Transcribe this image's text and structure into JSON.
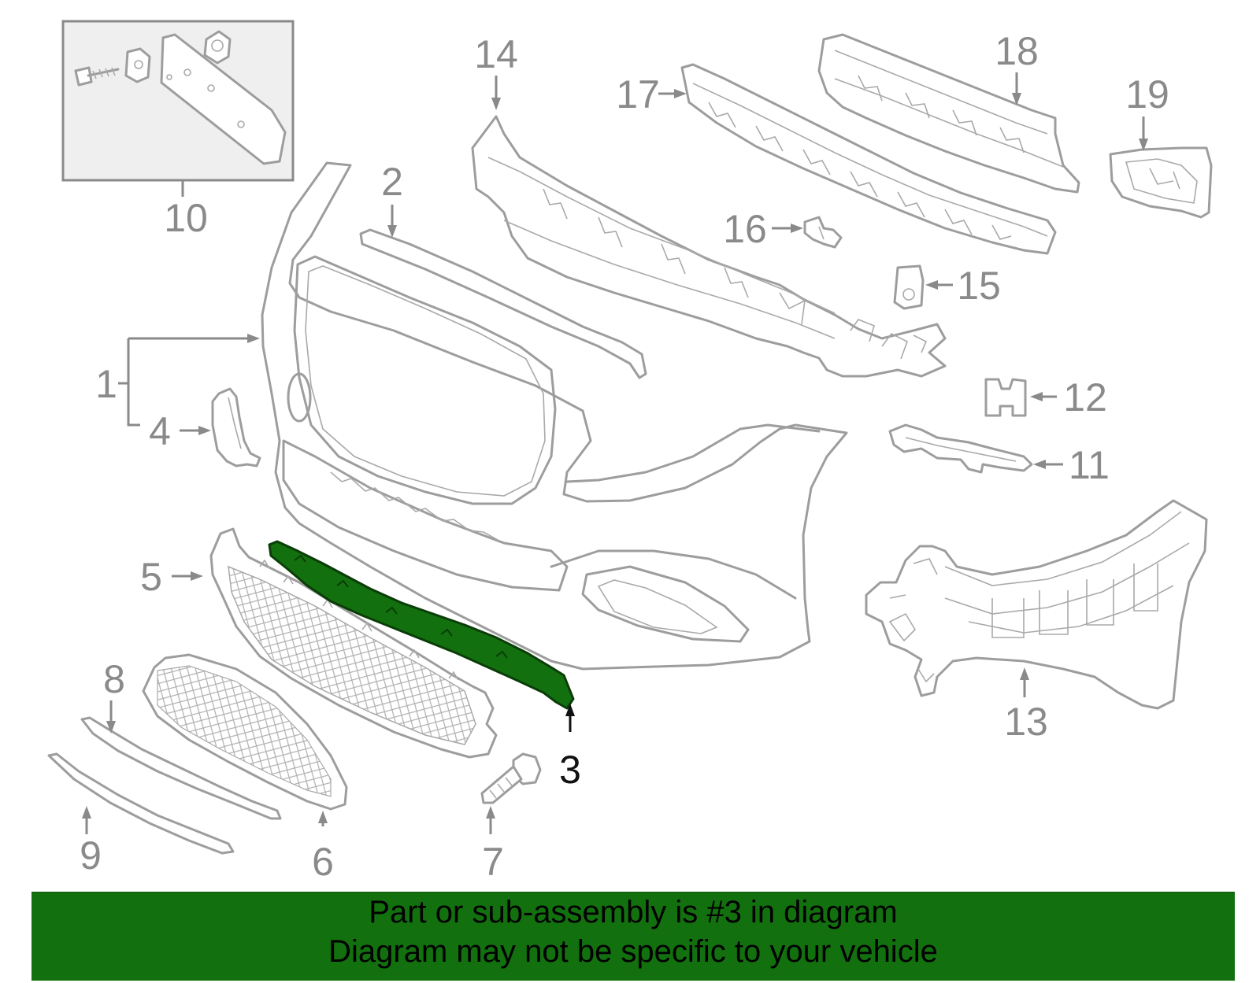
{
  "diagram": {
    "highlight_color": "#13700f",
    "part_line_color": "#9d9d9d",
    "highlighted_part": "3",
    "callouts": [
      {
        "id": "1",
        "label": "1"
      },
      {
        "id": "2",
        "label": "2"
      },
      {
        "id": "3",
        "label": "3"
      },
      {
        "id": "4",
        "label": "4"
      },
      {
        "id": "5",
        "label": "5"
      },
      {
        "id": "6",
        "label": "6"
      },
      {
        "id": "7",
        "label": "7"
      },
      {
        "id": "8",
        "label": "8"
      },
      {
        "id": "9",
        "label": "9"
      },
      {
        "id": "10",
        "label": "10"
      },
      {
        "id": "11",
        "label": "11"
      },
      {
        "id": "12",
        "label": "12"
      },
      {
        "id": "13",
        "label": "13"
      },
      {
        "id": "14",
        "label": "14"
      },
      {
        "id": "15",
        "label": "15"
      },
      {
        "id": "16",
        "label": "16"
      },
      {
        "id": "17",
        "label": "17"
      },
      {
        "id": "18",
        "label": "18"
      },
      {
        "id": "19",
        "label": "19"
      }
    ]
  },
  "banner": {
    "line1": "Part or sub-assembly is #3 in diagram",
    "line2": "Diagram may not be specific to your vehicle",
    "background": "#13700f"
  }
}
